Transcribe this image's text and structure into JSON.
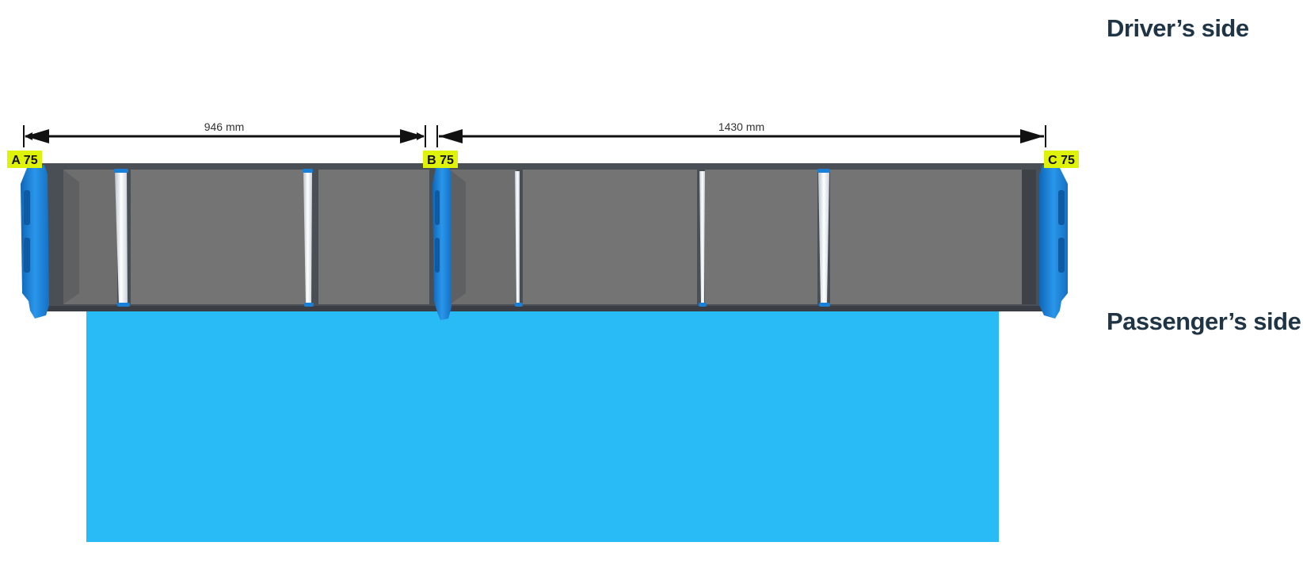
{
  "labels": {
    "driver_side": "Driver’s side",
    "passenger_side": "Passenger’s side"
  },
  "dimensions": [
    {
      "label": "946 mm"
    },
    {
      "label": "1430 mm"
    }
  ],
  "uprights": [
    {
      "label": "A 75"
    },
    {
      "label": "B 75"
    },
    {
      "label": "C 75"
    }
  ],
  "colors": {
    "vehicle_body": "#29bbf5",
    "rail_frame": "#4a4f55",
    "panel_fill": "#747474",
    "upright_blue": "#1a7fd6",
    "label_tag": "#dff20a",
    "side_label_text": "#1f3546",
    "dimension_line": "#111111"
  }
}
